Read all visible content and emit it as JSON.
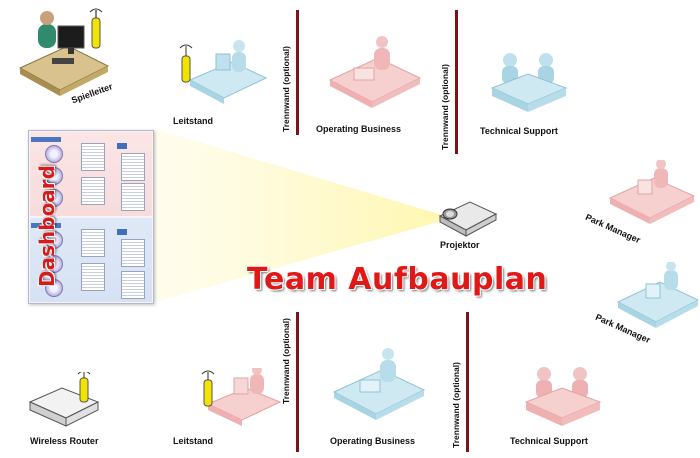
{
  "title": "Team Aufbauplan",
  "dashboard_label": "Dashboard",
  "labels": {
    "spielleiter": "Spielleiter",
    "leitstand_top": "Leitstand",
    "operating_top": "Operating Business",
    "support_top": "Technical Support",
    "projektor": "Projektor",
    "park_manager_1": "Park Manager",
    "park_manager_2": "Park Manager",
    "wireless_router": "Wireless Router",
    "leitstand_bottom": "Leitstand",
    "operating_bottom": "Operating Business",
    "support_bottom": "Technical Support"
  },
  "walls": [
    "Trennwand (optional)",
    "Trennwand (optional)",
    "Trennwand (optional)",
    "Trennwand (optional)"
  ],
  "colors": {
    "title_red": "#e01818",
    "wall": "#7a1418",
    "station_pink": "#f3b9b9",
    "station_blue": "#b9dcea",
    "beam": "#fff7b0"
  }
}
